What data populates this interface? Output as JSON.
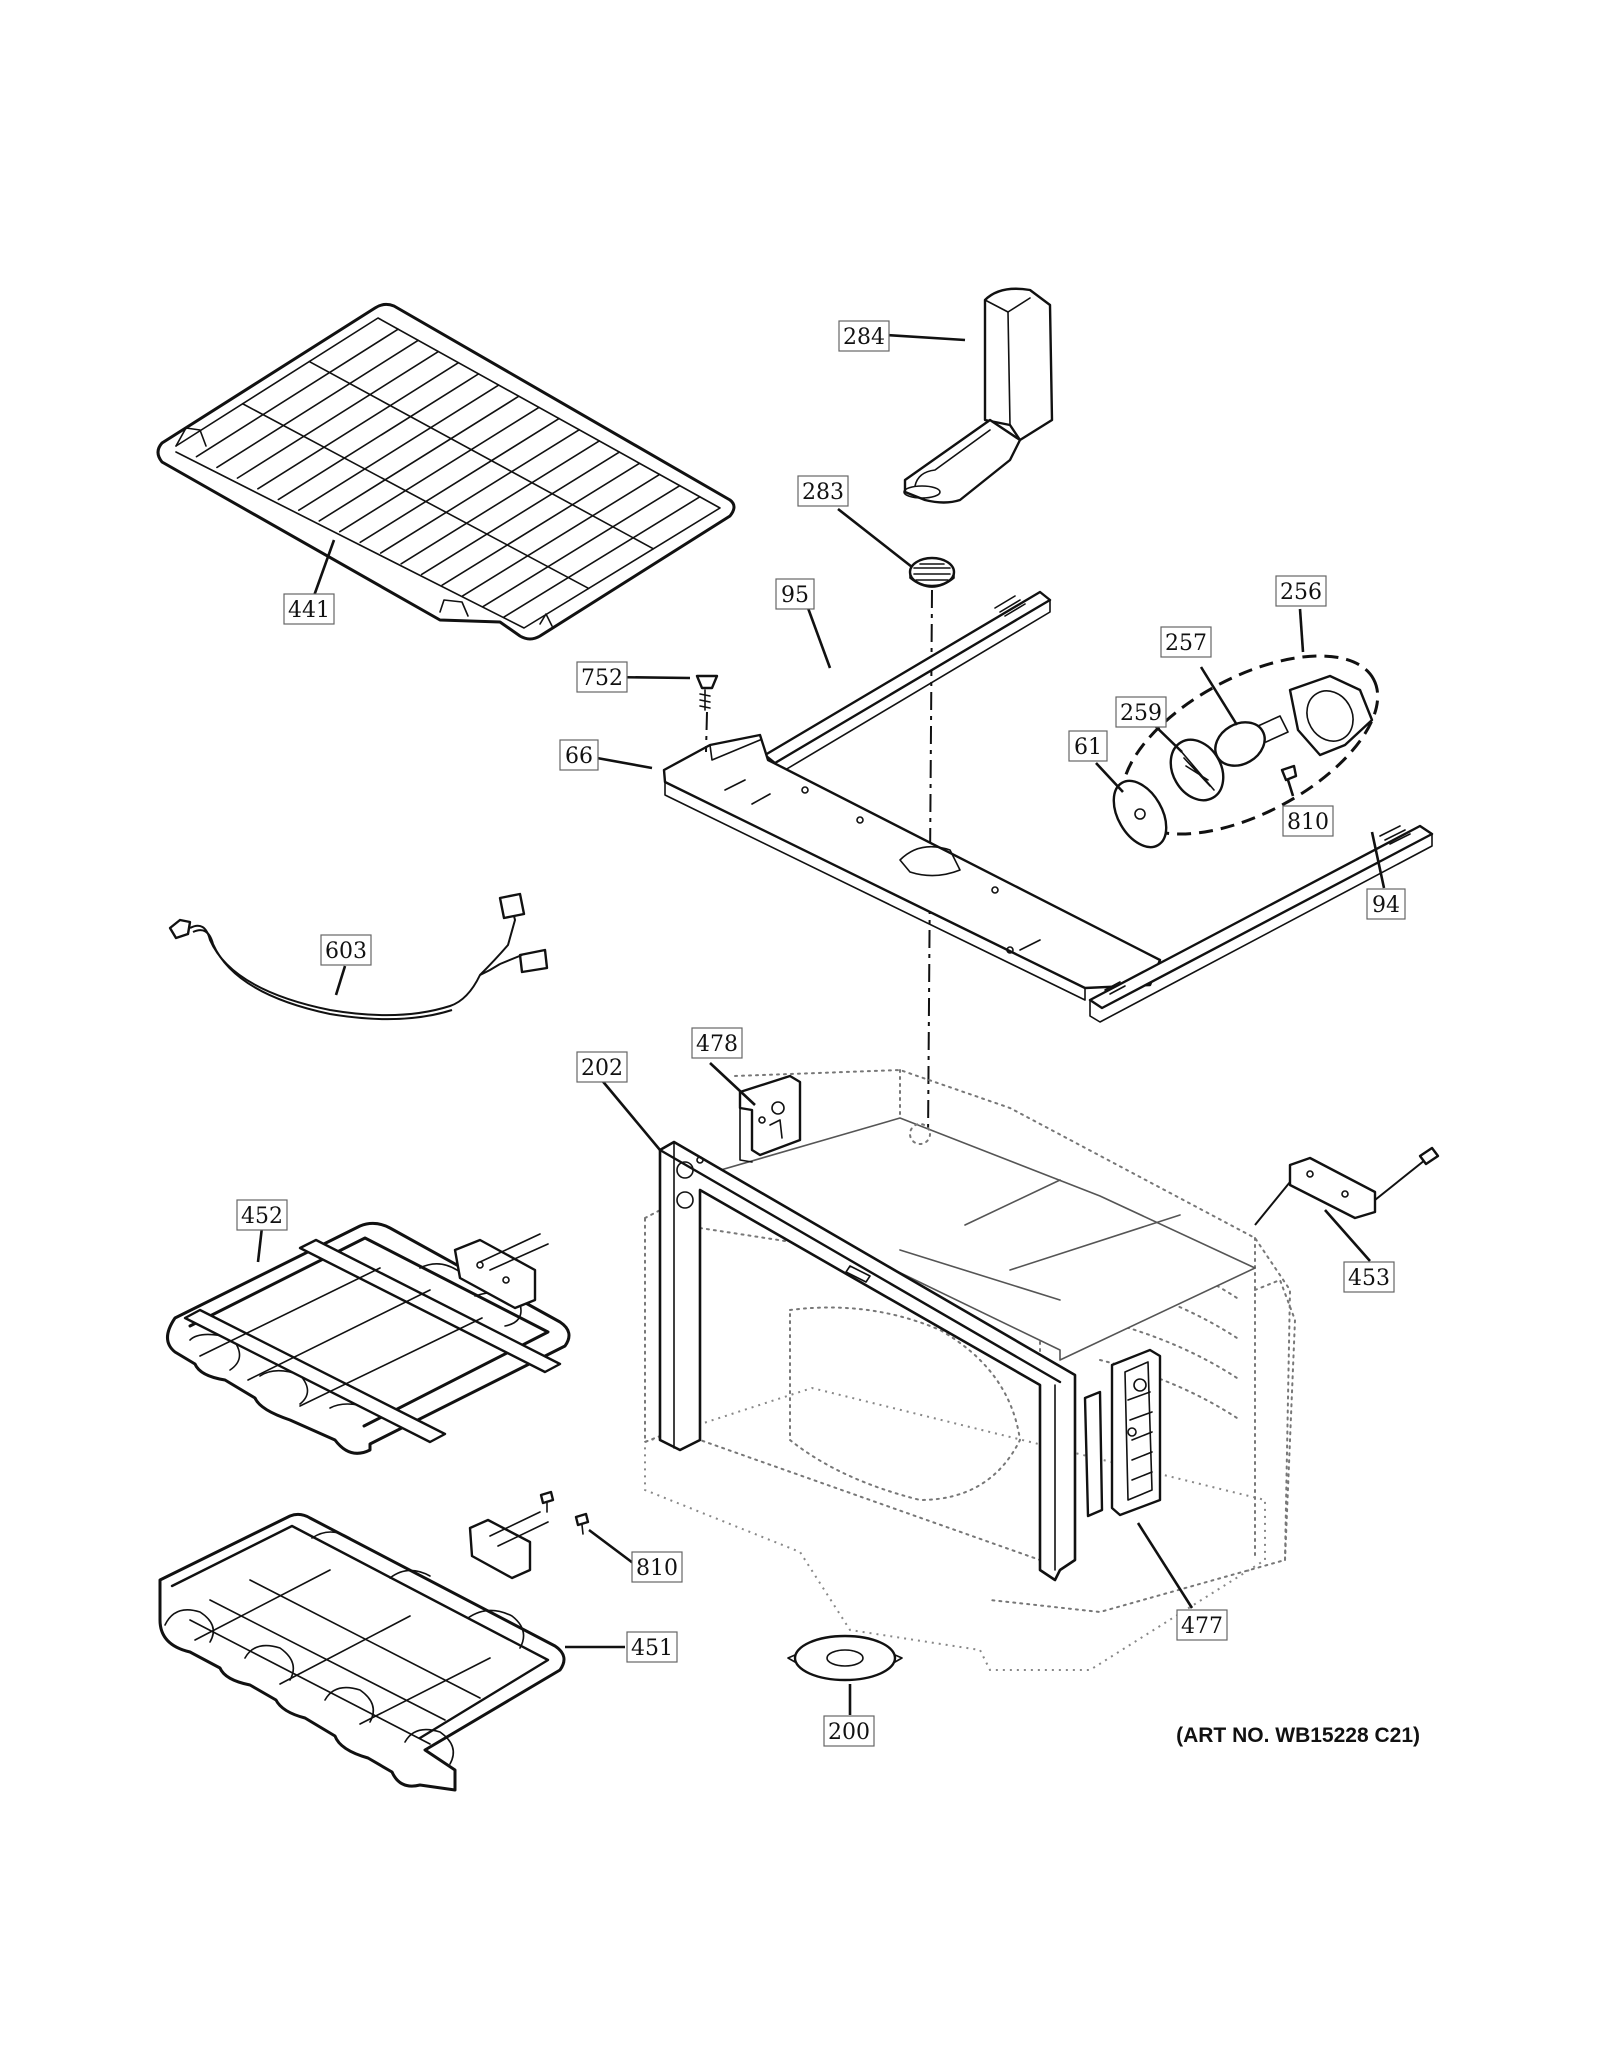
{
  "art_number": "(ART NO. WB15228 C21)",
  "callouts": [
    {
      "id": "c441",
      "label": "441"
    },
    {
      "id": "c284",
      "label": "284"
    },
    {
      "id": "c283",
      "label": "283"
    },
    {
      "id": "c95",
      "label": "95"
    },
    {
      "id": "c256",
      "label": "256"
    },
    {
      "id": "c257",
      "label": "257"
    },
    {
      "id": "c752",
      "label": "752"
    },
    {
      "id": "c259",
      "label": "259"
    },
    {
      "id": "c61",
      "label": "61"
    },
    {
      "id": "c66",
      "label": "66"
    },
    {
      "id": "c810a",
      "label": "810"
    },
    {
      "id": "c94",
      "label": "94"
    },
    {
      "id": "c603",
      "label": "603"
    },
    {
      "id": "c478",
      "label": "478"
    },
    {
      "id": "c202",
      "label": "202"
    },
    {
      "id": "c452",
      "label": "452"
    },
    {
      "id": "c453",
      "label": "453"
    },
    {
      "id": "c810b",
      "label": "810"
    },
    {
      "id": "c451",
      "label": "451"
    },
    {
      "id": "c477",
      "label": "477"
    },
    {
      "id": "c200",
      "label": "200"
    }
  ]
}
